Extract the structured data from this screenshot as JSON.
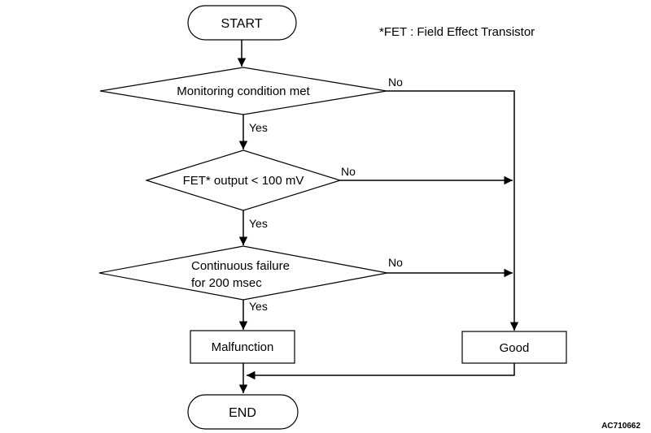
{
  "footnote": "*FET : Field Effect Transistor",
  "figure_id": "AC710662",
  "nodes": {
    "start": "START",
    "decision1": "Monitoring condition met",
    "decision2": "FET* output < 100 mV",
    "decision3_line1": "Continuous failure",
    "decision3_line2": "for 200 msec",
    "malfunction": "Malfunction",
    "good": "Good",
    "end": "END"
  },
  "labels": {
    "yes1": "Yes",
    "yes2": "Yes",
    "yes3": "Yes",
    "no1": "No",
    "no2": "No",
    "no3": "No"
  }
}
